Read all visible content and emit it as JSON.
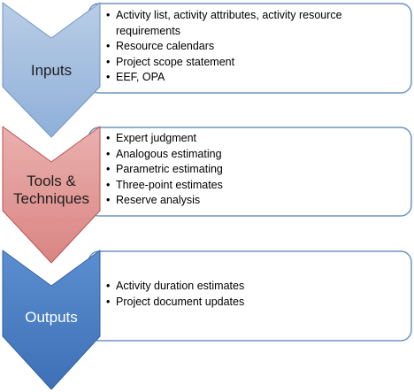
{
  "diagram": {
    "stages": [
      {
        "id": "inputs",
        "label_lines": [
          "Inputs"
        ],
        "colors": {
          "fill_top": "#b9cde6",
          "fill_bottom": "#8fb0d9",
          "stroke": "#6f94c2",
          "text": "#1f1f1f"
        },
        "items": [
          "Activity list,  activity attributes, activity resource requirements",
          "Resource calendars",
          "Project scope statement",
          "EEF, OPA"
        ]
      },
      {
        "id": "tools-techniques",
        "label_lines": [
          "Tools &",
          "Techniques"
        ],
        "colors": {
          "fill_top": "#eab0ae",
          "fill_bottom": "#d98583",
          "stroke": "#b85450",
          "text": "#1f1f1f"
        },
        "items": [
          "Expert judgment",
          "Analogous estimating",
          "Parametric estimating",
          "Three-point estimates",
          "Reserve analysis"
        ]
      },
      {
        "id": "outputs",
        "label_lines": [
          "Outputs"
        ],
        "colors": {
          "fill_top": "#5b8ed0",
          "fill_bottom": "#3d70b5",
          "stroke": "#3561a0",
          "text": "#ffffff"
        },
        "items": [
          "Activity duration estimates",
          "Project document updates"
        ]
      }
    ],
    "card_border_color": "#6f94c2"
  }
}
